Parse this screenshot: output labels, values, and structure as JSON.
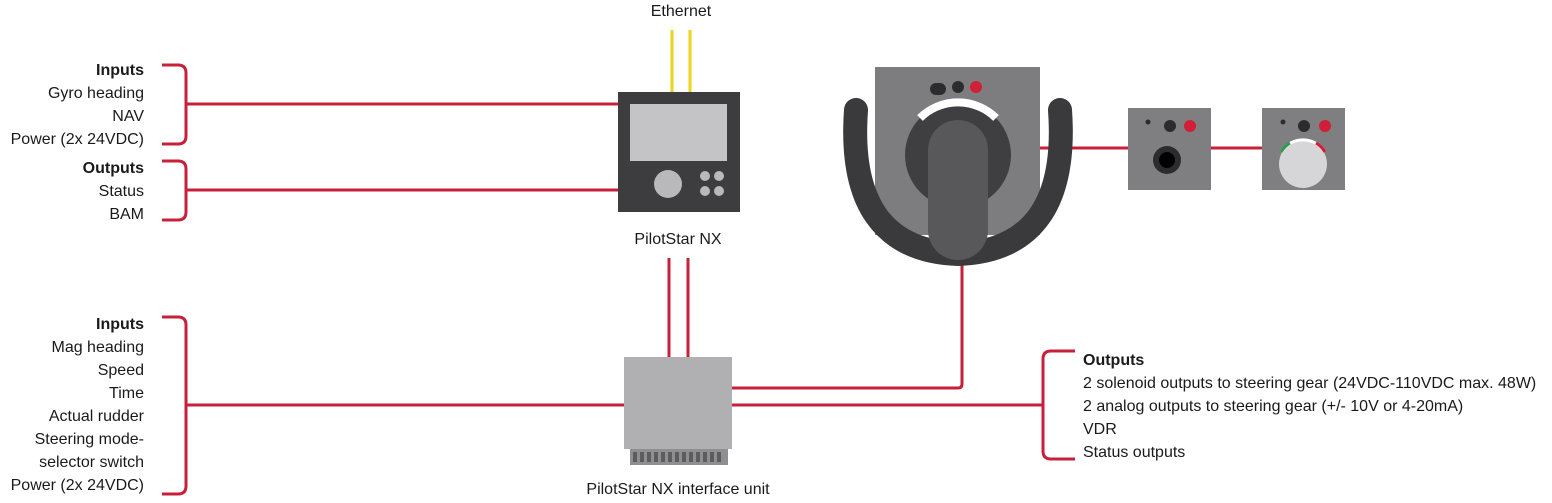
{
  "ethernet_label": "Ethernet",
  "top_group": {
    "inputs_heading": "Inputs",
    "inputs": [
      "Gyro heading",
      "NAV",
      "Power (2x 24VDC)"
    ],
    "outputs_heading": "Outputs",
    "outputs": [
      "Status",
      "BAM"
    ]
  },
  "bottom_group": {
    "inputs_heading": "Inputs",
    "inputs": [
      "Mag heading",
      "Speed",
      "Time",
      "Actual rudder",
      "Steering mode-",
      "selector switch",
      "Power (2x 24VDC)"
    ]
  },
  "output_group": {
    "heading": "Outputs",
    "items": [
      "2 solenoid outputs to steering gear (24VDC-110VDC max. 48W)",
      "2 analog outputs to steering gear (+/- 10V or 4-20mA)",
      "VDR",
      "Status outputs"
    ]
  },
  "devices": {
    "pilotstar_label": "PilotStar NX",
    "interface_label": "PilotStar NX interface unit"
  },
  "colors": {
    "wire": "#c8203a",
    "ethernet": "#f2d21b",
    "device_dark": "#3d3d3f",
    "device_gray": "#8a8a8c",
    "screen": "#c4c4c6",
    "interface_gray": "#b0b0b2",
    "led_red": "#d01f36"
  }
}
